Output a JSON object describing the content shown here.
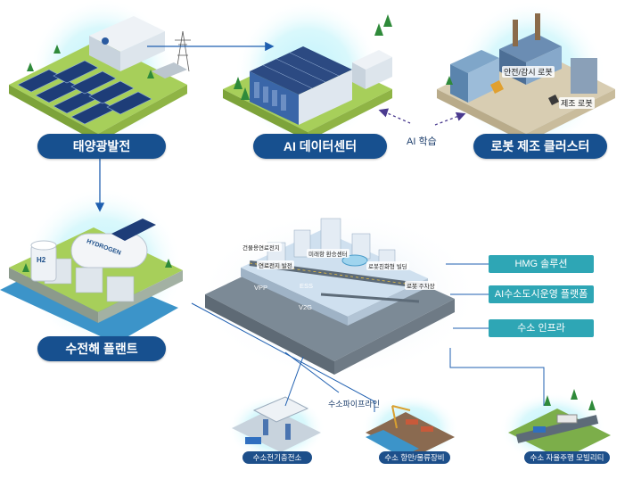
{
  "nodes": {
    "solar": "태양광발전",
    "datacenter": "AI 데이터센터",
    "robot_cluster": "로봇 제조 클러스터",
    "electrolysis": "수전해 플랜트"
  },
  "edge_label_ai": "AI 학습",
  "robot_labels": {
    "safety": "안전/감시 로봇",
    "manufacturing": "제조 로봇"
  },
  "tags": [
    "HMG 솔루션",
    "AI수소도시운영 플랫폼",
    "수소 인프라"
  ],
  "pipeline_label": "수소파이프라인",
  "bottom": [
    "수소전기충전소",
    "수소 항만/물류장비",
    "수소 자율주행 모빌리티"
  ],
  "city_labels": [
    "건물용연료전지",
    "미래항 환승센터",
    "연료전지 발전",
    "로봇친화형 빌딩",
    "VPP",
    "ESS",
    "로봇 주차장",
    "V2G"
  ],
  "hydrogen_tank_text": "HYDROGEN",
  "h2_text": "H2"
}
